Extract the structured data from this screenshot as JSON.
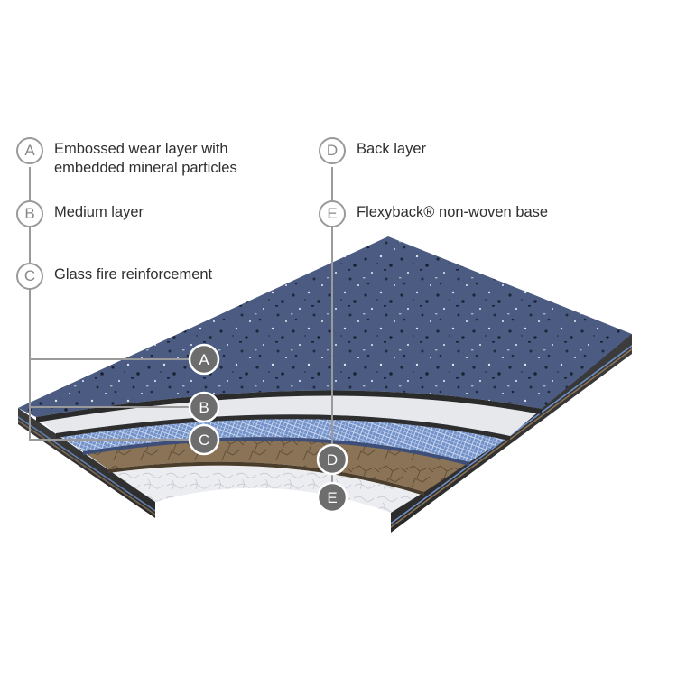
{
  "layers": [
    {
      "key": "A",
      "lines": [
        "Embossed wear layer with",
        "embedded mineral particles"
      ]
    },
    {
      "key": "B",
      "lines": [
        "Medium layer"
      ]
    },
    {
      "key": "C",
      "lines": [
        "Glass fire reinforcement"
      ]
    },
    {
      "key": "D",
      "lines": [
        "Back layer"
      ]
    },
    {
      "key": "E",
      "lines": [
        "Flexyback® non-woven base"
      ]
    }
  ],
  "colors": {
    "wear_layer": "#4a5a80",
    "medium_layer": "#e6e7ea",
    "glass_mesh": "#6f8fc7",
    "back_layer": "#8a7357",
    "base_layer": "#e9ebef",
    "edge": "#3a3a3a",
    "badge_border": "#9a9a9a",
    "leader_line": "#9a9a9a"
  }
}
